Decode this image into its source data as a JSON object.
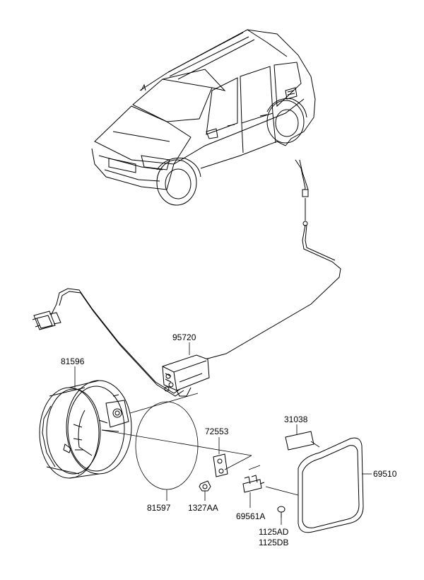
{
  "parts": {
    "p95720": "95720",
    "p81596": "81596",
    "p72553": "72553",
    "p31038": "31038",
    "p69510": "69510",
    "p81597": "81597",
    "p1327AA": "1327AA",
    "p69561A": "69561A",
    "p1125AD": "1125AD",
    "p1125DB": "1125DB"
  }
}
